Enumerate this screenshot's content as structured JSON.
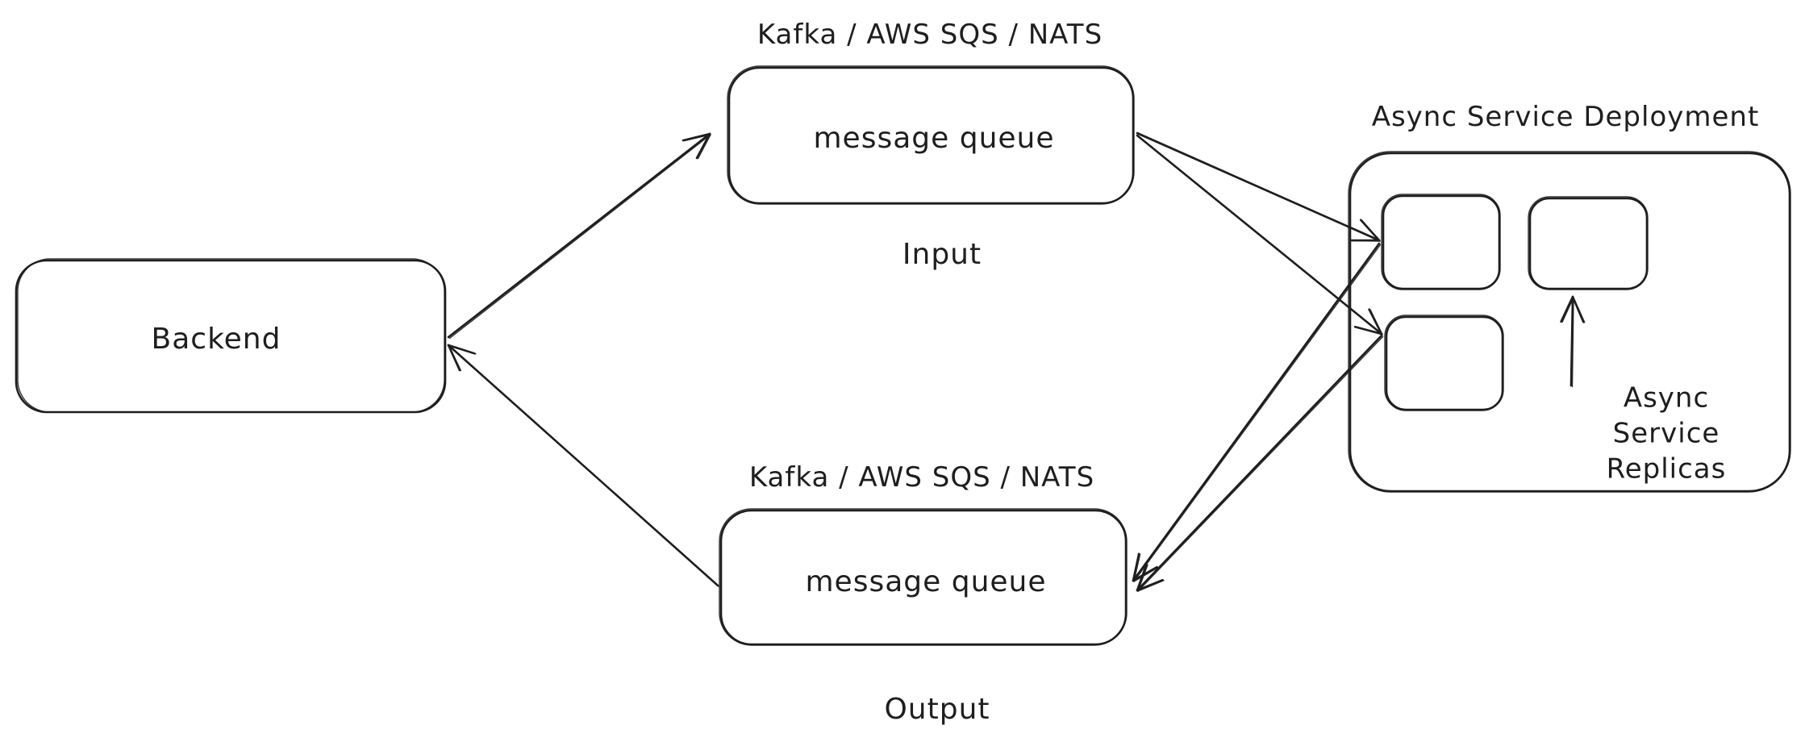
{
  "diagram": {
    "type": "architecture-flow",
    "nodes": {
      "backend": {
        "label": "Backend"
      },
      "input_queue": {
        "label": "message queue",
        "title": "Kafka / AWS SQS / NATS",
        "caption": "Input"
      },
      "output_queue": {
        "label": "message queue",
        "title": "Kafka / AWS SQS / NATS",
        "caption": "Output"
      },
      "deployment": {
        "title": "Async Service Deployment",
        "replica_count": 3
      },
      "replicas_annotation": {
        "label": "Async Service\nReplicas"
      }
    },
    "edges": [
      {
        "from": "backend",
        "to": "input_queue"
      },
      {
        "from": "input_queue",
        "to": "replica-1"
      },
      {
        "from": "input_queue",
        "to": "replica-3"
      },
      {
        "from": "replica-1",
        "to": "output_queue"
      },
      {
        "from": "replica-3",
        "to": "output_queue"
      },
      {
        "from": "output_queue",
        "to": "backend"
      },
      {
        "from": "replicas_annotation",
        "to": "replica-2"
      }
    ],
    "stroke_color": "#1e1e1e",
    "background_color": "#ffffff"
  }
}
